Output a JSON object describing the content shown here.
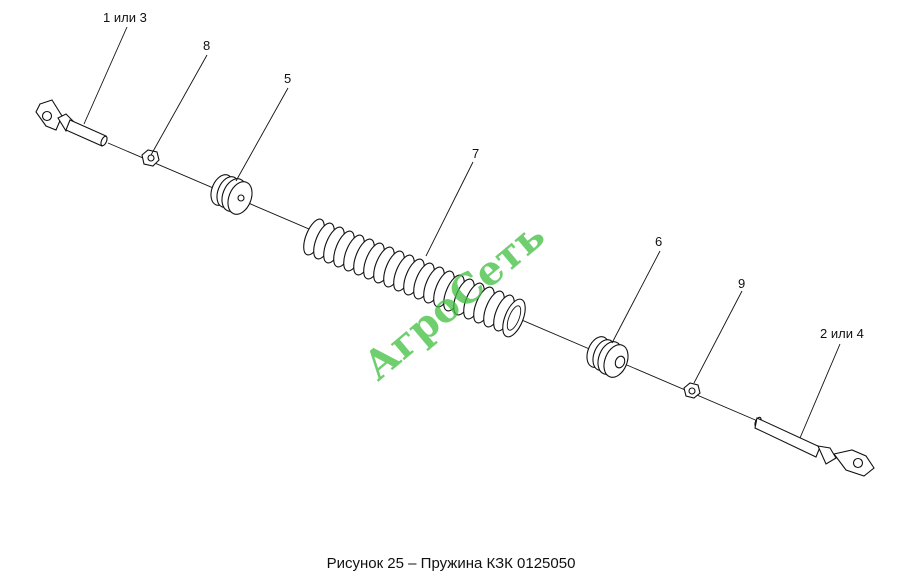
{
  "callouts": {
    "c1": "1 или 3",
    "c8": "8",
    "c5": "5",
    "c7": "7",
    "c6": "6",
    "c9": "9",
    "c2": "2 или 4"
  },
  "watermark": "АгроСеть",
  "caption": "Рисунок 25 – Пружина КЗК 0125050",
  "colors": {
    "line": "#111111",
    "watermark": "#3fbf3f"
  }
}
